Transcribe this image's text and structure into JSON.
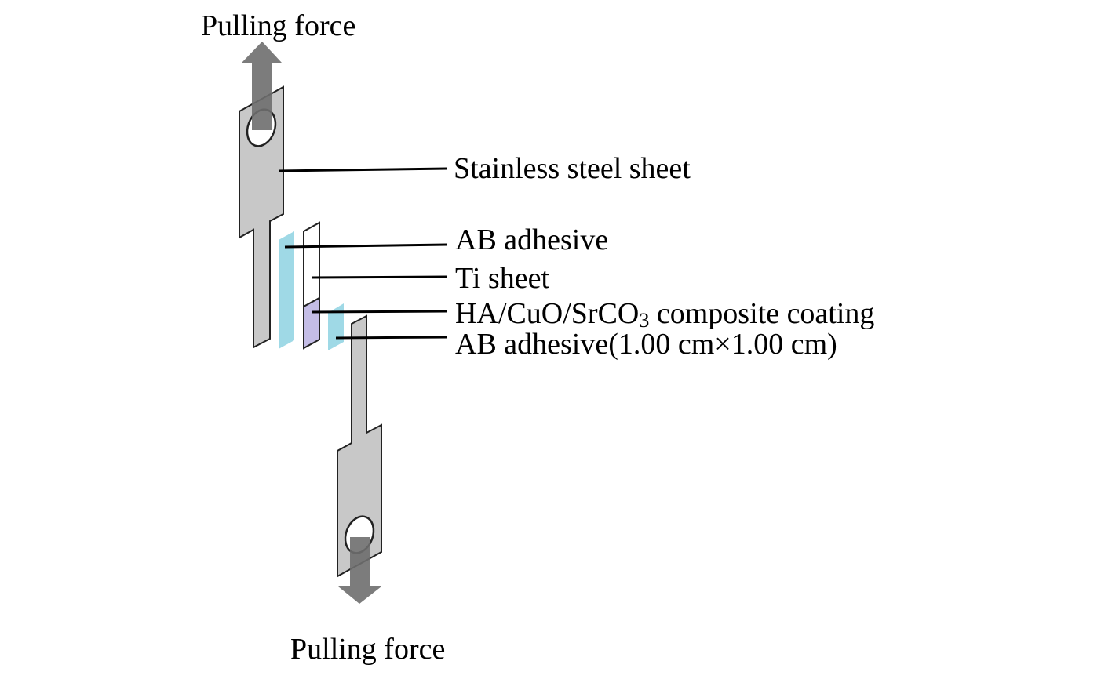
{
  "diagram": {
    "title": "Lap-shear adhesion test specimen assembly",
    "labels": {
      "pulling_force_top": "Pulling force",
      "pulling_force_bottom": "Pulling force",
      "stainless_steel_sheet": "Stainless steel sheet",
      "ab_adhesive": "AB adhesive",
      "ti_sheet": "Ti sheet",
      "coating_prefix": "HA/CuO/SrCO",
      "coating_subscript": "3",
      "coating_suffix": " composite coating",
      "ab_adhesive_sized": "AB adhesive(1.00 cm×1.00 cm)"
    },
    "colors": {
      "steel": "#c8c8c8",
      "arrow": "#737373",
      "adhesive": "#9fd9e6",
      "coating": "#c4bde6",
      "outline": "#222222",
      "text": "#000000"
    }
  }
}
